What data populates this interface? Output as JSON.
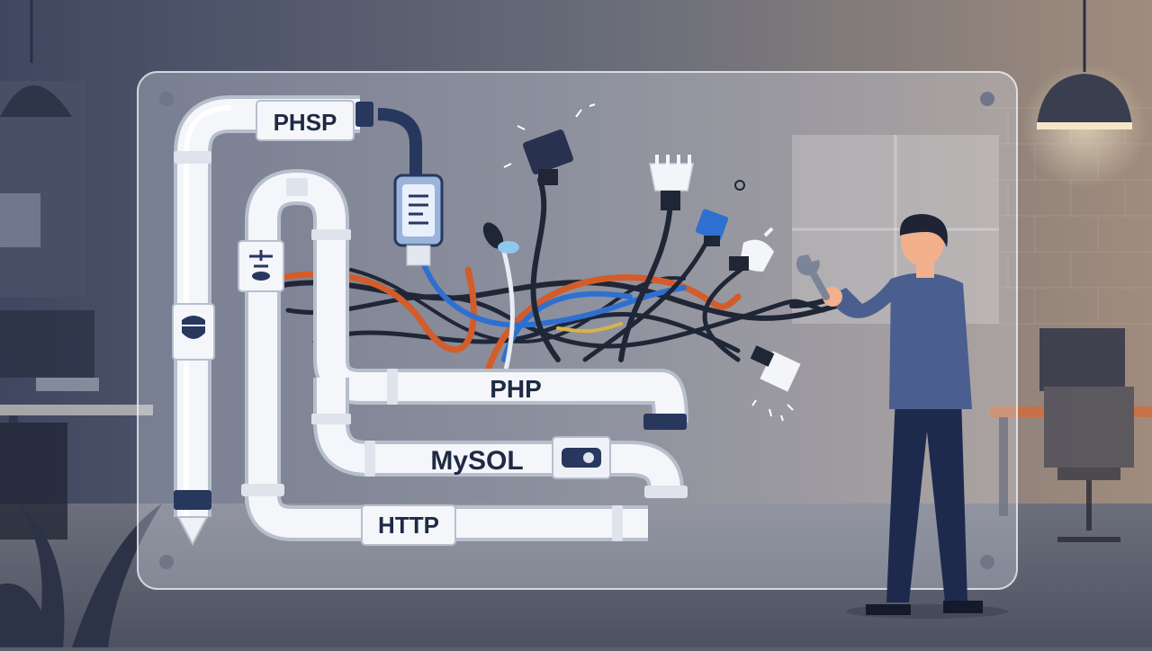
{
  "pipe_labels": {
    "top": "PHSP",
    "middle": "PHP",
    "lower": "MySOL",
    "bottom": "HTTP"
  },
  "icons": [
    "document-icon",
    "toggle-icon",
    "shield-icon",
    "valve-icon",
    "wrench-icon",
    "plug-icon",
    "usb-connector-icon",
    "ethernet-connector-icon"
  ],
  "colors": {
    "pipe": "#eef1f6",
    "pipe_shadow": "#b9c1cf",
    "accent_navy": "#27375e",
    "cable_orange": "#d35c2b",
    "cable_blue": "#2f6fd0",
    "cable_dark": "#1f2636",
    "shirt": "#4a5f8f",
    "pants": "#1e2a4d"
  }
}
